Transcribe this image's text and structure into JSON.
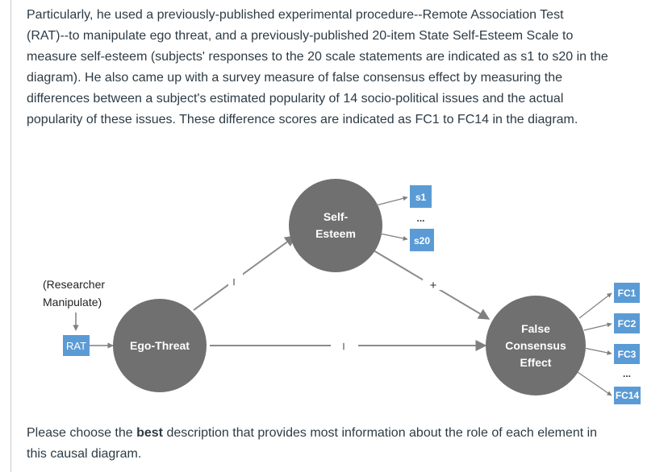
{
  "intro": {
    "line1": "Particularly, he used a previously-published experimental procedure--Remote Association Test",
    "line2": "(RAT)--to manipulate ego threat, and a previously-published 20-item State Self-Esteem Scale to",
    "line3": "measure self-esteem (subjects' responses to the 20 scale statements are indicated as s1 to s20 in the",
    "line4": "diagram). He also came up with a survey measure of false consensus effect by measuring the",
    "line5": "differences between a subject's estimated popularity of 14 socio-political issues and the actual",
    "line6": "popularity of these issues. These difference scores are indicated as FC1 to FC14 in the diagram."
  },
  "diagram": {
    "researcher_line1": "(Researcher",
    "researcher_line2": "Manipulate)",
    "rat": "RAT",
    "ego_threat": "Ego-Threat",
    "self_esteem_line1": "Self-",
    "self_esteem_line2": "Esteem",
    "fce_line1": "False",
    "fce_line2": "Consensus",
    "fce_line3": "Effect",
    "s_first": "s1",
    "s_ellipsis": "...",
    "s_last": "s20",
    "fc1": "FC1",
    "fc2": "FC2",
    "fc3": "FC3",
    "fc_ellipsis": "...",
    "fc14": "FC14",
    "sign_ego_to_self": "–",
    "sign_ego_to_fce": "–",
    "sign_self_to_fce": "+",
    "colors": {
      "node": "#707070",
      "box": "#5b9bd5",
      "arrow": "#7f7f7f"
    }
  },
  "question": {
    "before": "Please choose the ",
    "bold": "best",
    "after": " description that provides most information about the role of each element in",
    "line2": "this causal diagram."
  }
}
